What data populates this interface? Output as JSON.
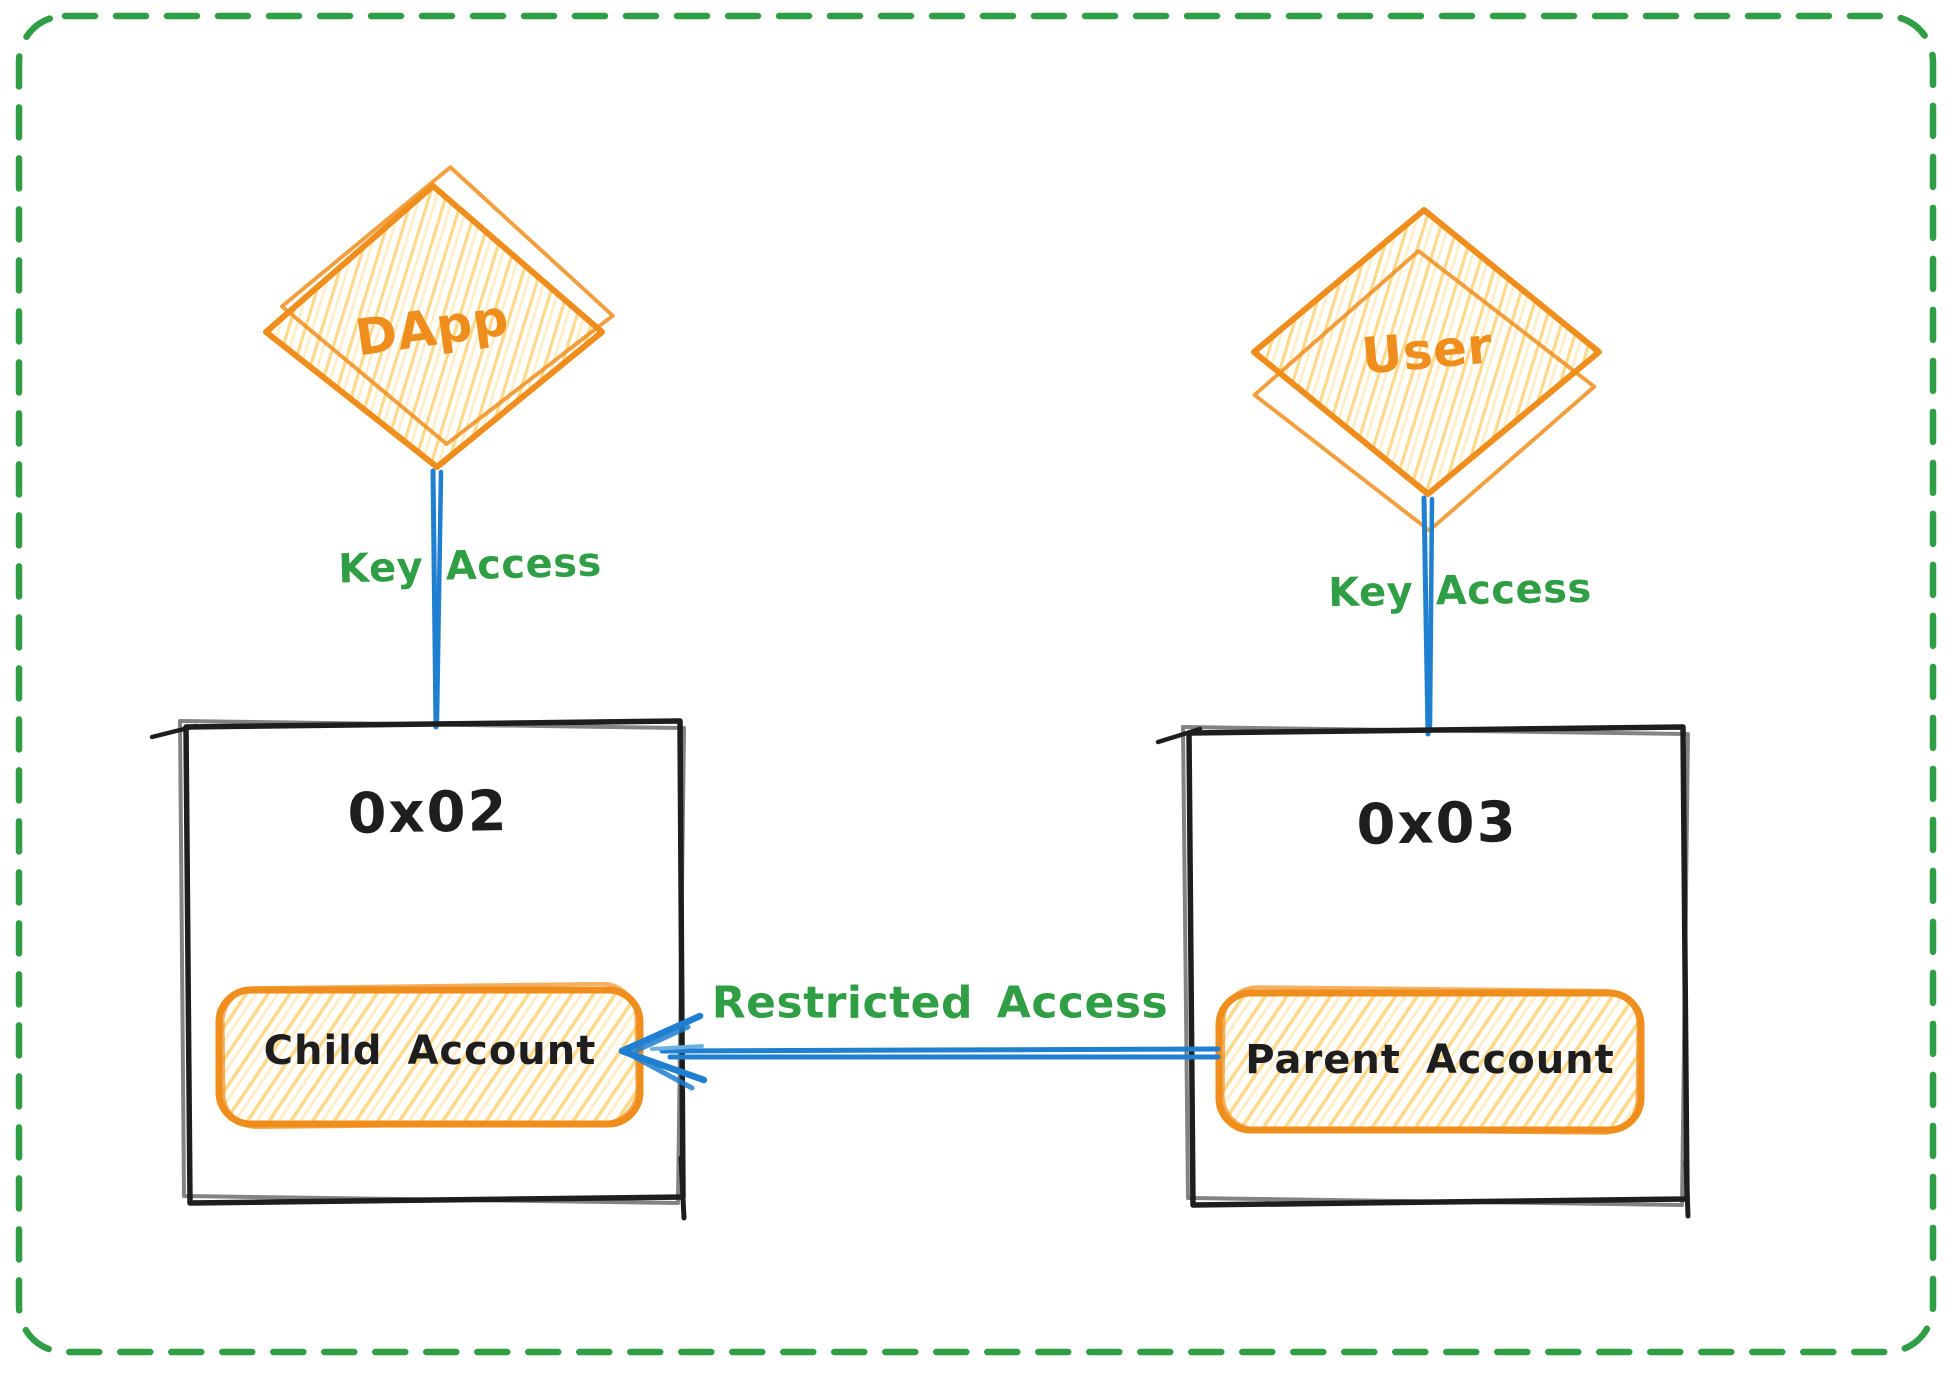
{
  "colors": {
    "background": "#ffffff",
    "ink": "#1e1e1e",
    "orange": "#ef8e1d",
    "hatch-strong": "#ffd98a",
    "hatch-light": "#ffedc6",
    "green": "#2f9e44",
    "blue": "#1f7fd0",
    "blue-light": "#6db1e3"
  },
  "diagram": {
    "dapp": {
      "label": "DApp"
    },
    "user": {
      "label": "User"
    },
    "wallet_left": {
      "label": "0x02"
    },
    "wallet_right": {
      "label": "0x03"
    },
    "child_account": {
      "label": "Child Account"
    },
    "parent_account": {
      "label": "Parent Account"
    },
    "edges": {
      "dapp_key": {
        "label": "Key Access"
      },
      "user_key": {
        "label": "Key Access"
      },
      "restricted": {
        "label": "Restricted Access"
      }
    }
  }
}
